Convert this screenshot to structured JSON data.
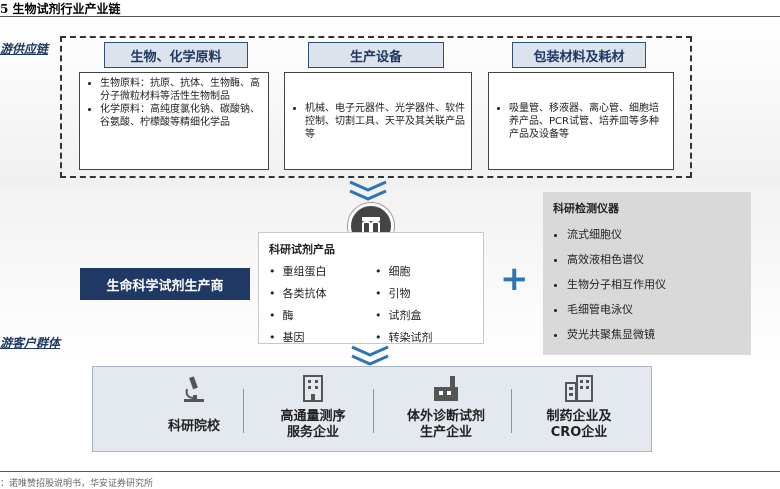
{
  "title": "5 生物试剂行业产业链",
  "upstream_label": "游供应链",
  "downstream_label": "游客户群体",
  "supply": [
    {
      "header": "生物、化学原料",
      "items": [
        "生物原料：抗原、抗体、生物酶、高分子微粒材料等活性生物制品",
        "化学原料：高纯度氯化钠、碳酸钠、谷氨酸、柠檬酸等精细化学品"
      ]
    },
    {
      "header": "生产设备",
      "items": [
        "机械、电子元器件、光学器件、软件控制、切割工具、天平及其关联产品等"
      ]
    },
    {
      "header": "包装材料及耗材",
      "items": [
        "吸量管、移液器、离心管、细胞培养产品、PCR试管、培养皿等多种产品及设备等"
      ]
    }
  ],
  "manufacturer": "生命科学试剂生产商",
  "products": {
    "title": "科研试剂产品",
    "left": [
      "重组蛋白",
      "各类抗体",
      "酶",
      "基因"
    ],
    "right": [
      "细胞",
      "引物",
      "试剂盒",
      "转染试剂"
    ]
  },
  "plus": "+",
  "instruments": {
    "title": "科研检测仪器",
    "items": [
      "流式细胞仪",
      "高效液相色谱仪",
      "生物分子相互作用仪",
      "毛细管电泳仪",
      "荧光共聚焦显微镜"
    ]
  },
  "customers": [
    {
      "label": "科研院校",
      "icon": "microscope-icon"
    },
    {
      "label": "高通量测序\n服务企业",
      "icon": "building-icon"
    },
    {
      "label": "体外诊断试剂\n生产企业",
      "icon": "factory-icon"
    },
    {
      "label": "制药企业及\nCRO企业",
      "icon": "office-buildings-icon"
    }
  ],
  "footer": "：诺唯赞招股说明书，华安证券研究所",
  "colors": {
    "navy": "#1f3864",
    "accent_blue": "#2e75b6",
    "header_fill": "#dde3ec"
  }
}
